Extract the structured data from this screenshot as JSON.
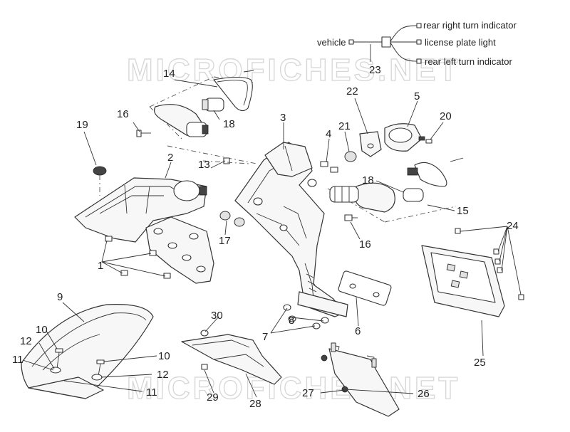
{
  "watermark": "MICROFICHES.NET",
  "wiring": {
    "vehicle": "vehicle",
    "rear_right": "rear right turn indicator",
    "license_plate": "license plate light",
    "rear_left": "rear left turn indicator"
  },
  "callouts": {
    "c1": "1",
    "c2": "2",
    "c3": "3",
    "c4": "4",
    "c5": "5",
    "c6": "6",
    "c7": "7",
    "c8": "8",
    "c9": "9",
    "c10a": "10",
    "c10b": "10",
    "c11a": "11",
    "c11b": "11",
    "c12a": "12",
    "c12b": "12",
    "c13": "13",
    "c14": "14",
    "c15": "15",
    "c16a": "16",
    "c16b": "16",
    "c17": "17",
    "c18a": "18",
    "c18b": "18",
    "c19": "19",
    "c20": "20",
    "c21": "21",
    "c22": "22",
    "c23": "23",
    "c24": "24",
    "c25": "25",
    "c26": "26",
    "c27": "27",
    "c28": "28",
    "c29": "29",
    "c30": "30"
  }
}
